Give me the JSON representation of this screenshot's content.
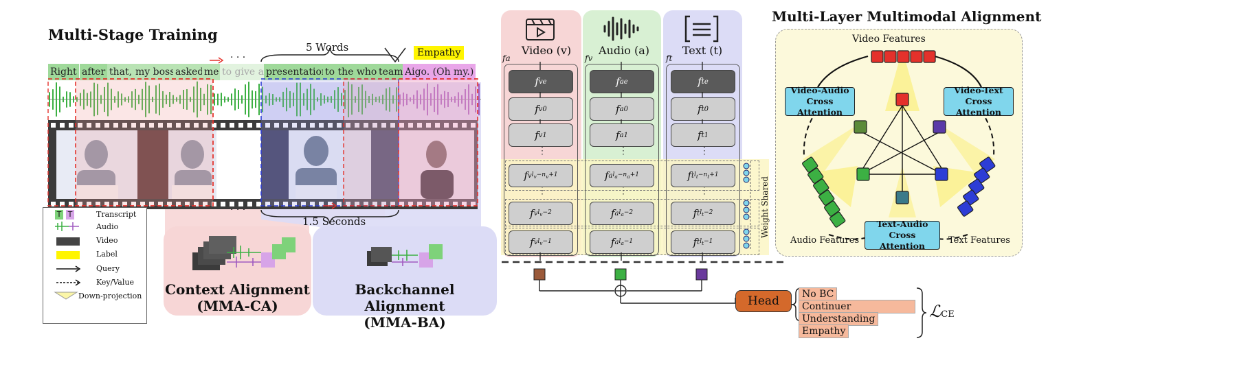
{
  "left": {
    "title": "Multi-Stage Training",
    "words": [
      "Right",
      "after",
      "that,",
      "my boss",
      "asked",
      "me",
      "to give a",
      "presentation",
      "to the whole",
      "team.",
      "Aigo. (Oh my.)"
    ],
    "label_tag": "Empathy",
    "brace_top": "5 Words",
    "brace_bottom": "1.5 Seconds",
    "ellipsis": "· · ·"
  },
  "legend": {
    "t_glyph": "T",
    "items": [
      "Transcript",
      "Audio",
      "Video",
      "Label",
      "Query",
      "Key/Value",
      "Down-projection"
    ]
  },
  "cards": {
    "context": {
      "line1": "Context Alignment",
      "line2": "(MMA-CA)"
    },
    "backchannel": {
      "line1": "Backchannel Alignment",
      "line2": "(MMA-BA)"
    }
  },
  "encoders": {
    "video": {
      "label": "Video (v)",
      "side": "fa",
      "sub": "v"
    },
    "audio": {
      "label": "Audio (a)",
      "side": "fv",
      "sub": "a"
    },
    "text": {
      "label": "Text (t)",
      "side": "ft",
      "sub": "t"
    },
    "weight_shared": "Weight Shared",
    "vdots": "⋮",
    "head": "Head",
    "loss": "ℒ",
    "loss_sub": "CE"
  },
  "classes": [
    "No BC",
    "Continuer",
    "Understanding",
    "Empathy"
  ],
  "mma": {
    "title": "Multi-Layer Multimodal Alignment",
    "video_features": "Video Features",
    "audio_features": "Audio Features",
    "text_features": "Text Features",
    "va_1": "Video-Audio",
    "va_2": "Cross Attention",
    "vt_1": "Video-Text",
    "vt_2": "Cross Attention",
    "ta_1": "Text-Audio",
    "ta_2": "Cross Attention"
  },
  "colors": {
    "pink": "#f7d6d6",
    "green": "#d8f0d3",
    "blue": "#dcdcf6",
    "yellow": "#fbf6c4",
    "red": "#e4312b",
    "green_mark": "#3cb043",
    "blue_mark": "#2d3dd6",
    "purple": "#a05bc0",
    "cyan": "#80d6ec",
    "head": "#d4692b"
  }
}
